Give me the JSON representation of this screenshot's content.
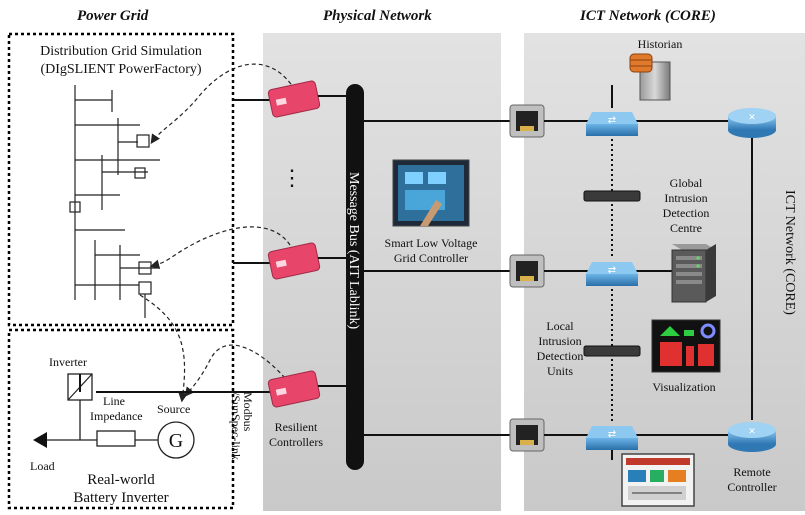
{
  "headers": {
    "power_grid": "Power Grid",
    "physical_network": "Physical Network",
    "ict_network": "ICT Network (CORE)"
  },
  "sim": {
    "line1": "Distribution Grid Simulation",
    "line2": "(DIgSLIENT PowerFactory)"
  },
  "battery": {
    "inverter": "Inverter",
    "line_impedance_1": "Line",
    "line_impedance_2": "Impedance",
    "source": "Source",
    "load": "Load",
    "title_1": "Real-world",
    "title_2": "Battery Inverter"
  },
  "physical": {
    "ellipsis": "⋮",
    "message_bus": "Message Bus (AIT Lablink)",
    "smart_lv_1": "Smart Low Voltage",
    "smart_lv_2": "Grid Controller",
    "resilient_1": "Resilient",
    "resilient_2": "Controllers",
    "modbus_1": "Modbus",
    "modbus_2": "/SunSpec-link"
  },
  "ict": {
    "historian": "Historian",
    "gidc_1": "Global",
    "gidc_2": "Intrusion",
    "gidc_3": "Detection",
    "gidc_4": "Centre",
    "lidu_1": "Local",
    "lidu_2": "Intrusion",
    "lidu_3": "Detection",
    "lidu_4": "Units",
    "visualization": "Visualization",
    "remote_1": "Remote",
    "remote_2": "Controller",
    "side_label": "ICT Network (CORE)"
  },
  "colors": {
    "panel_gray": "#d4d4d4",
    "switch_blue": "#3d8ec9",
    "router_blue": "#4a9ad6",
    "device_pink": "#e8456b",
    "bus_black": "#111111"
  }
}
